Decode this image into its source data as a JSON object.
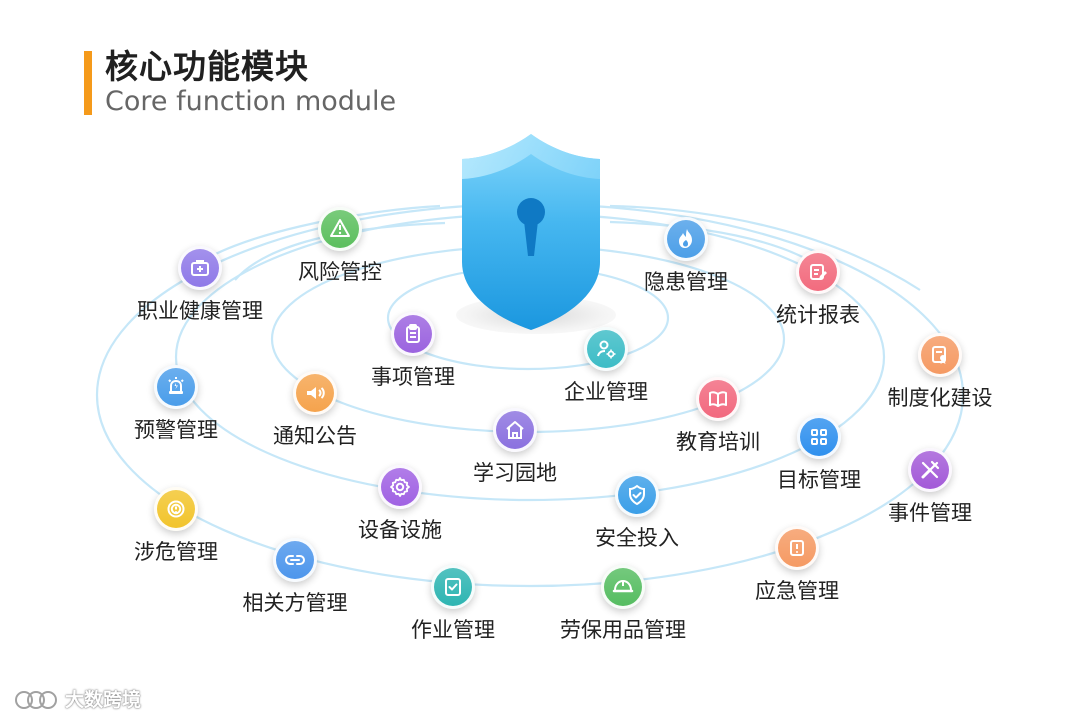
{
  "header": {
    "title_cn": "核心功能模块",
    "title_en": "Core function module",
    "accent_color": "#f59a1a"
  },
  "modules": [
    {
      "label": "风险管控",
      "icon": "warning-triangle-icon",
      "color": "#5cbf5e"
    },
    {
      "label": "隐患管理",
      "icon": "flame-icon",
      "color": "#4c9fe8"
    },
    {
      "label": "职业健康管理",
      "icon": "medical-kit-icon",
      "color": "#8f79e8"
    },
    {
      "label": "统计报表",
      "icon": "edit-report-icon",
      "color": "#f26b7e"
    },
    {
      "label": "事项管理",
      "icon": "clipboard-icon",
      "color": "#9b63df"
    },
    {
      "label": "企业管理",
      "icon": "user-gear-icon",
      "color": "#3cbcc6"
    },
    {
      "label": "制度化建设",
      "icon": "certificate-icon",
      "color": "#f59a63"
    },
    {
      "label": "预警管理",
      "icon": "alarm-light-icon",
      "color": "#4a9dea"
    },
    {
      "label": "通知公告",
      "icon": "speaker-icon",
      "color": "#f5a34d"
    },
    {
      "label": "学习园地",
      "icon": "home-icon",
      "color": "#8b71df"
    },
    {
      "label": "教育培训",
      "icon": "book-icon",
      "color": "#f2687e"
    },
    {
      "label": "目标管理",
      "icon": "grid-apps-icon",
      "color": "#2f90ee"
    },
    {
      "label": "设备设施",
      "icon": "gear-icon",
      "color": "#a061e3"
    },
    {
      "label": "事件管理",
      "icon": "tools-icon",
      "color": "#a35ad8"
    },
    {
      "label": "安全投入",
      "icon": "shield-check-icon",
      "color": "#3b9fe8"
    },
    {
      "label": "涉危管理",
      "icon": "hazard-circle-icon",
      "color": "#f2c42c"
    },
    {
      "label": "相关方管理",
      "icon": "link-icon",
      "color": "#4d96ec"
    },
    {
      "label": "作业管理",
      "icon": "checklist-icon",
      "color": "#2eb5b2"
    },
    {
      "label": "劳保用品管理",
      "icon": "helmet-icon",
      "color": "#56bd61"
    },
    {
      "label": "应急管理",
      "icon": "emergency-box-icon",
      "color": "#f59a63"
    }
  ],
  "center": {
    "icon": "keyhole-shield-icon",
    "colors": [
      "#76d1f7",
      "#1e9be3"
    ]
  },
  "orbit_color": "#bfe3f7",
  "watermark": {
    "text": "大数跨境"
  }
}
